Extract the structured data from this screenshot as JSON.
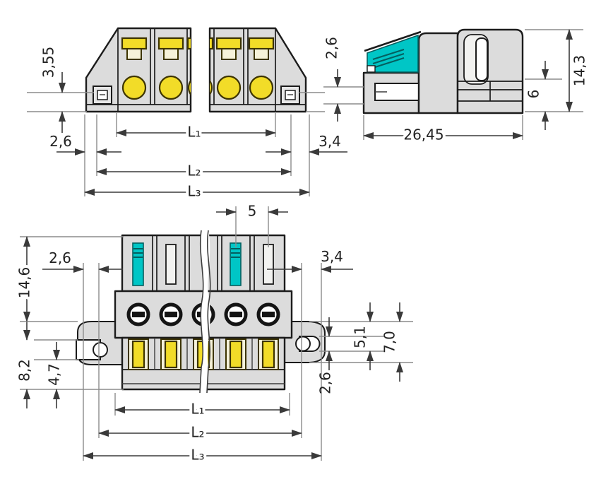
{
  "title": "Terminal block connector dimensional drawing",
  "front_view": {
    "height_355": "3,55",
    "offset_26": "2,6",
    "offset_34": "3,4",
    "l1": "L₁",
    "l2": "L₂",
    "l3": "L₃"
  },
  "side_view": {
    "lever_26": "2,6",
    "width_2645": "26,45",
    "pin_6": "6",
    "height_143": "14,3"
  },
  "bottom_view": {
    "pitch_5": "5",
    "offset_26": "2,6",
    "offset_34": "3,4",
    "height_146": "14,6",
    "flange_82": "8,2",
    "flange_47": "4,7",
    "slot_26": "2,6",
    "flange_51": "5,1",
    "flange_70": "7,0",
    "l1": "L₁",
    "l2": "L₂",
    "l3": "L₃"
  },
  "colors": {
    "body": "#dcdcdc",
    "accent_cyan": "#00c6c6",
    "accent_yellow": "#f2dc28",
    "outline": "#1c1c1c",
    "dim": "#3a3a3a"
  }
}
